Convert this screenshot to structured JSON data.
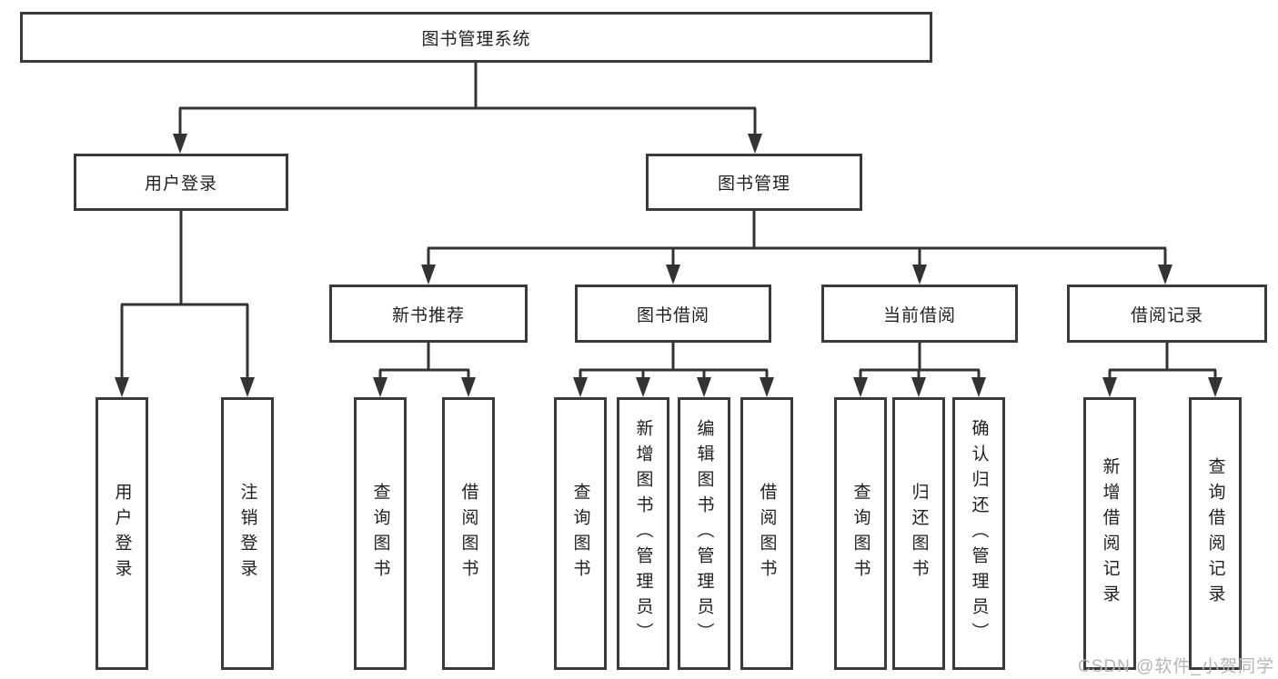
{
  "tree": {
    "root": "图书管理系统",
    "children": [
      {
        "label": "用户登录",
        "children": [
          "用户登录",
          "注销登录"
        ]
      },
      {
        "label": "图书管理",
        "children": [
          {
            "label": "新书推荐",
            "children": [
              "查询图书",
              "借阅图书"
            ]
          },
          {
            "label": "图书借阅",
            "children": [
              "查询图书",
              "新增图书（管理员）",
              "编辑图书（管理员）",
              "借阅图书"
            ]
          },
          {
            "label": "当前借阅",
            "children": [
              "查询图书",
              "归还图书",
              "确认归还（管理员）"
            ]
          },
          {
            "label": "借阅记录",
            "children": [
              "新增借阅记录",
              "查询借阅记录"
            ]
          }
        ]
      }
    ]
  },
  "colors": {
    "line": "#333333",
    "box_border": "#3a3a3a",
    "box_fill": "#ffffff",
    "text": "#1f1f1f",
    "watermark": "#b5b5b5"
  },
  "watermark": {
    "text": "CSDN @软件_小贺同学"
  }
}
